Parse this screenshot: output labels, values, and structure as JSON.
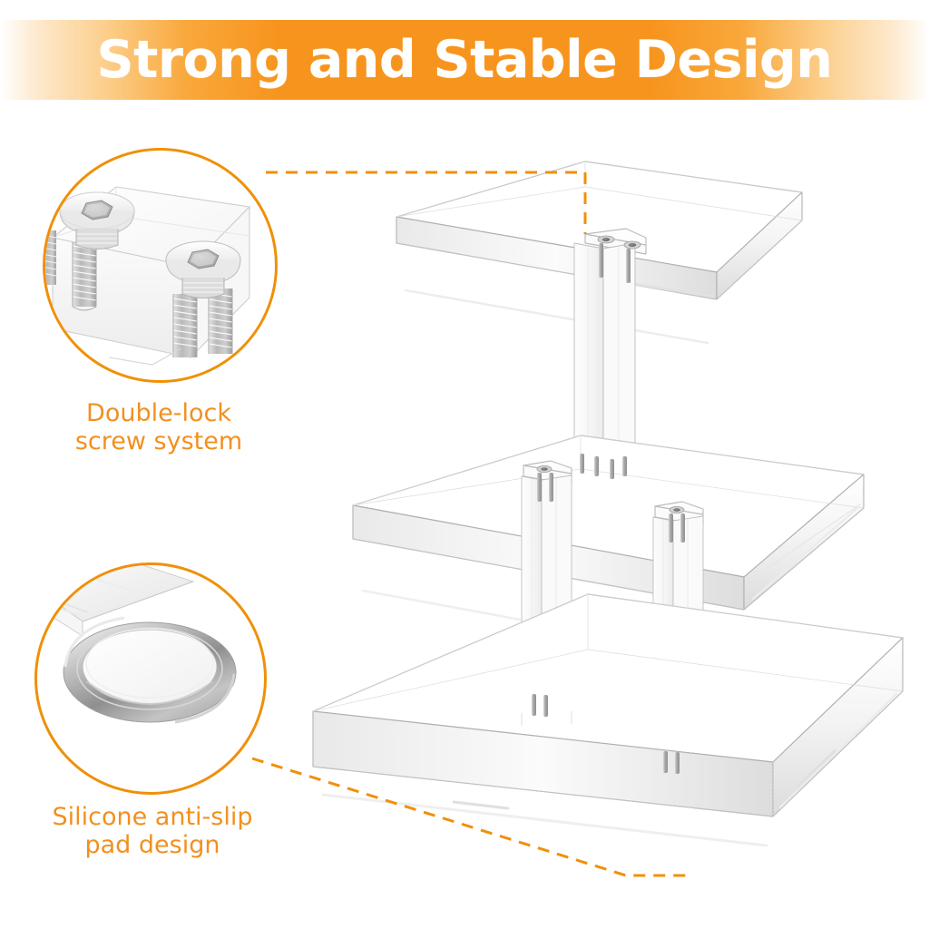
{
  "header": {
    "title": "Strong and Stable Design",
    "background_start": "#ffffff",
    "background_accent": "#f7941d",
    "text_color": "#ffffff"
  },
  "theme": {
    "accent": "#F09009",
    "label_text": "#F2901F",
    "line_art": "#9a9a9a",
    "metal_light": "#f2f2f2",
    "metal_mid": "#c9c9c9",
    "metal_dark": "#9b9b9b",
    "background": "#ffffff"
  },
  "callouts": [
    {
      "id": "double-lock-screw",
      "label": "Double-lock\nscrew system",
      "detail": "two hex-socket screws threaded through an acrylic panel"
    },
    {
      "id": "silicone-anti-slip-pad",
      "label": "Silicone anti-slip\npad design",
      "detail": "silicone ring pad beneath the acrylic base edge"
    }
  ],
  "product": {
    "name": "3-tier clear acrylic display stand",
    "tiers": 3,
    "tier_names": [
      "top-shelf",
      "middle-shelf",
      "base-shelf"
    ],
    "connectors": "square acrylic posts with hex screws"
  }
}
